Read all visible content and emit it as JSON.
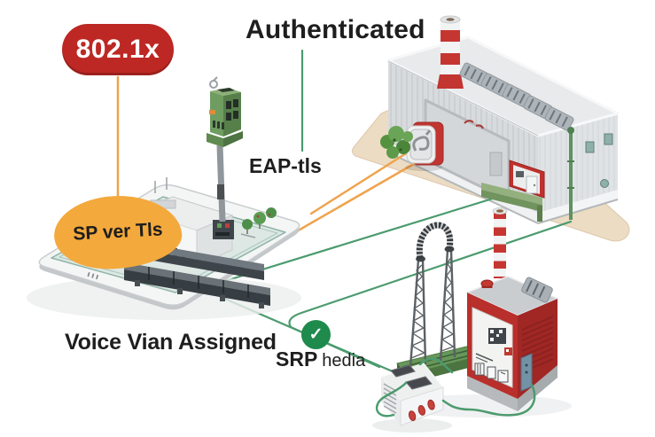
{
  "scene": {
    "badge": "802.1x",
    "status_title": "Authenticated",
    "protocol_label": "EAP-tls",
    "bubble_label": "SP ver Tls",
    "vlan_label": "Voice Vian Assigned",
    "srp_label_bold": "SRP",
    "srp_label_rest": "hedia"
  },
  "icons": {
    "check": "✓"
  },
  "colors": {
    "badge_red": "#bd2824",
    "bubble_orange": "#f3a93c",
    "line_orange": "#f0a24d",
    "line_green": "#4b9b6e",
    "check_green": "#1e8a4c",
    "machine_red": "#b92f2b",
    "text_dark": "#1e1e1e"
  }
}
